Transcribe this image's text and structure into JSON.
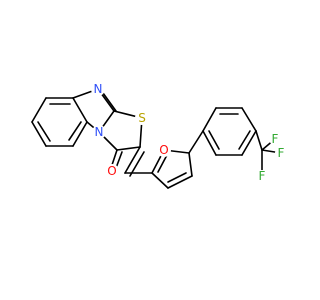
{
  "molecule": {
    "atoms": {
      "N_imine": {
        "symbol": "N",
        "color": "#3050F8"
      },
      "N_ring": {
        "symbol": "N",
        "color": "#3050F8"
      },
      "S": {
        "symbol": "S",
        "color": "#B8A200"
      },
      "O_carbonyl": {
        "symbol": "O",
        "color": "#FF0D0D"
      },
      "O_furan": {
        "symbol": "O",
        "color": "#FF0D0D"
      },
      "F_top": {
        "symbol": "F",
        "color": "#33AA33"
      },
      "F_right": {
        "symbol": "F",
        "color": "#33AA33"
      },
      "F_bottom": {
        "symbol": "F",
        "color": "#33AA33"
      }
    }
  }
}
